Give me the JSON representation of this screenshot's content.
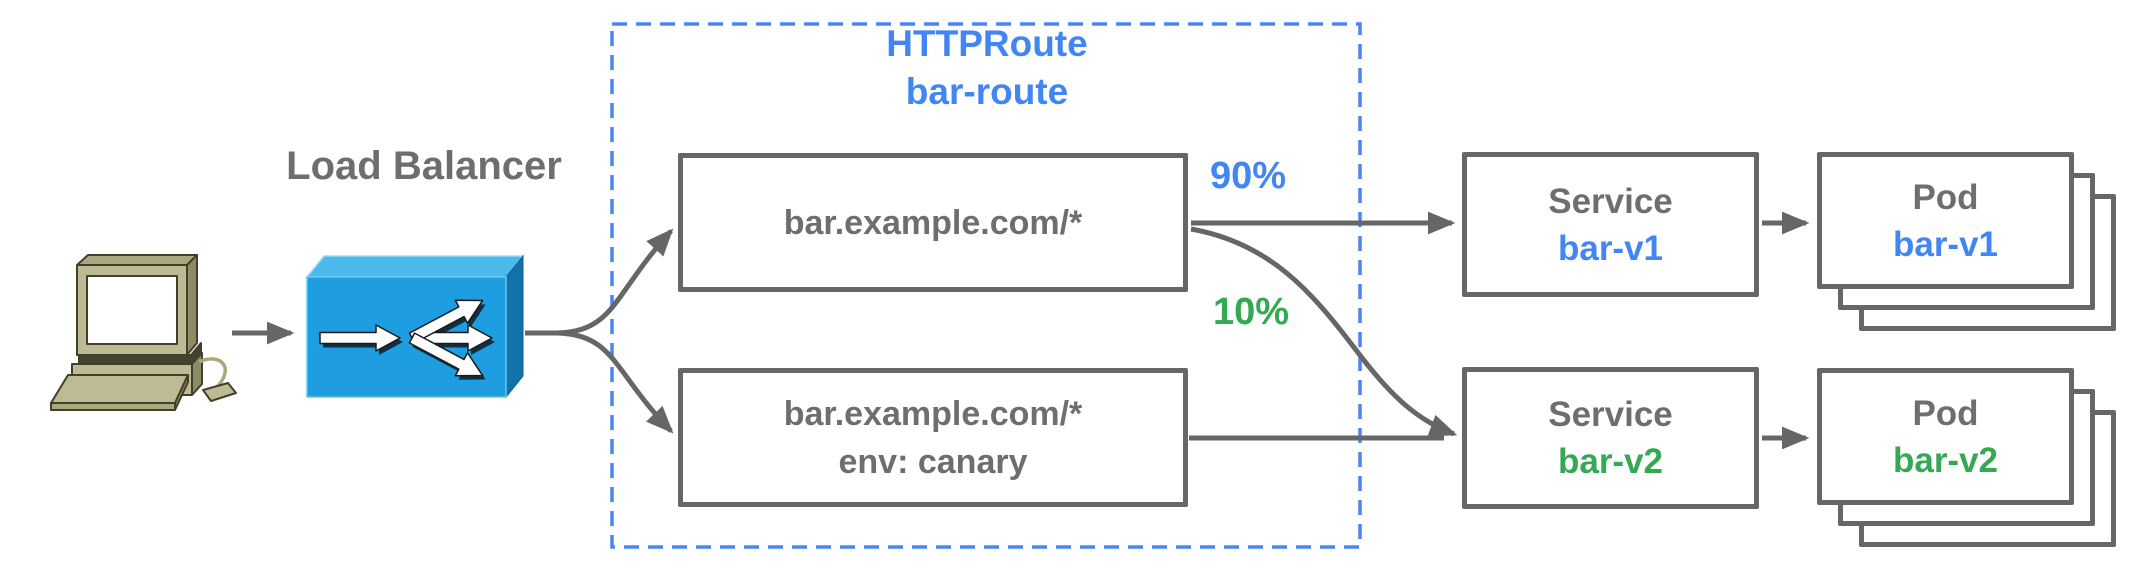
{
  "load_balancer": {
    "label": "Load Balancer",
    "icon": "load-balancer-icon"
  },
  "client": {
    "icon": "desktop-computer-icon"
  },
  "httproute": {
    "kind": "HTTPRoute",
    "name": "bar-route",
    "rules": [
      {
        "match": "bar.example.com/*"
      },
      {
        "match": "bar.example.com/*",
        "header": "env: canary"
      }
    ],
    "weights": [
      {
        "value": "90%",
        "color": "#4285f4"
      },
      {
        "value": "10%",
        "color": "#34a853"
      }
    ]
  },
  "services": [
    {
      "kind": "Service",
      "name": "bar-v1",
      "accent": "#4285f4"
    },
    {
      "kind": "Service",
      "name": "bar-v2",
      "accent": "#34a853"
    }
  ],
  "pods": [
    {
      "kind": "Pod",
      "name": "bar-v1",
      "accent": "#4285f4"
    },
    {
      "kind": "Pod",
      "name": "bar-v2",
      "accent": "#34a853"
    }
  ],
  "colors": {
    "blue": "#4285f4",
    "green": "#34a853",
    "gray_text": "#6e6e6e",
    "gray_line": "#666666",
    "dashed_border": "#4a85f4",
    "lb_front": "#1e9de0",
    "lb_top": "#4cb9ec",
    "lb_side": "#1272ab"
  }
}
